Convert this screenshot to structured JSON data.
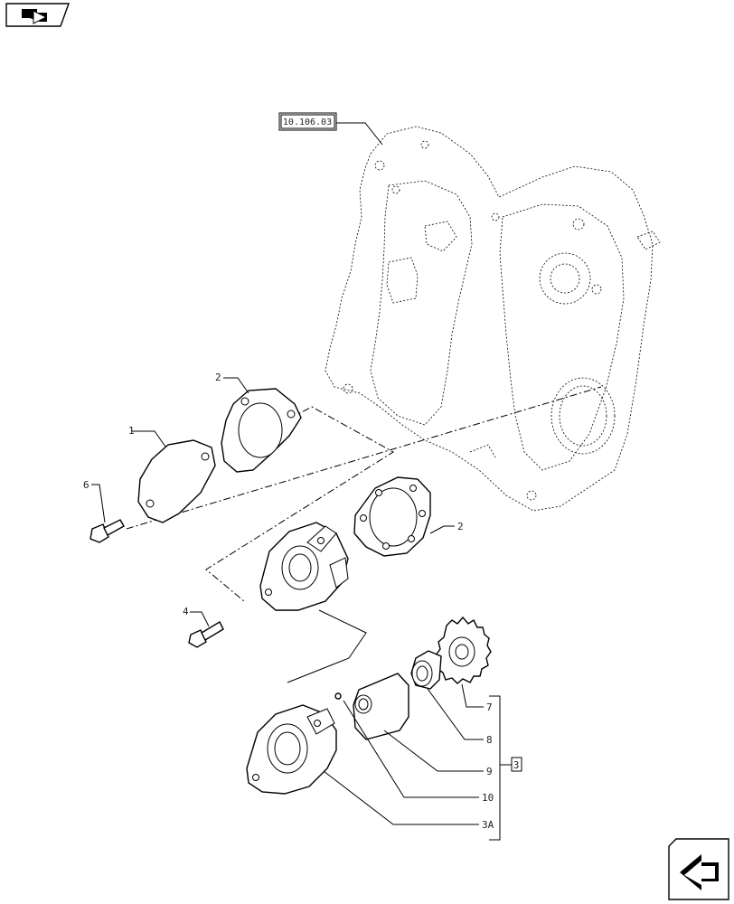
{
  "reference_box": "10.106.03",
  "kit_box": "3",
  "callouts": [
    {
      "id": "c1",
      "label": "1"
    },
    {
      "id": "c2a",
      "label": "2"
    },
    {
      "id": "c2b",
      "label": "2"
    },
    {
      "id": "c4",
      "label": "4"
    },
    {
      "id": "c6",
      "label": "6"
    },
    {
      "id": "c7",
      "label": "7"
    },
    {
      "id": "c8",
      "label": "8"
    },
    {
      "id": "c9",
      "label": "9"
    },
    {
      "id": "c10",
      "label": "10"
    },
    {
      "id": "c3a",
      "label": "3A"
    }
  ],
  "icons": {
    "top_left": "book-navigation-icon",
    "bottom_right": "next-page-arrow-icon"
  }
}
